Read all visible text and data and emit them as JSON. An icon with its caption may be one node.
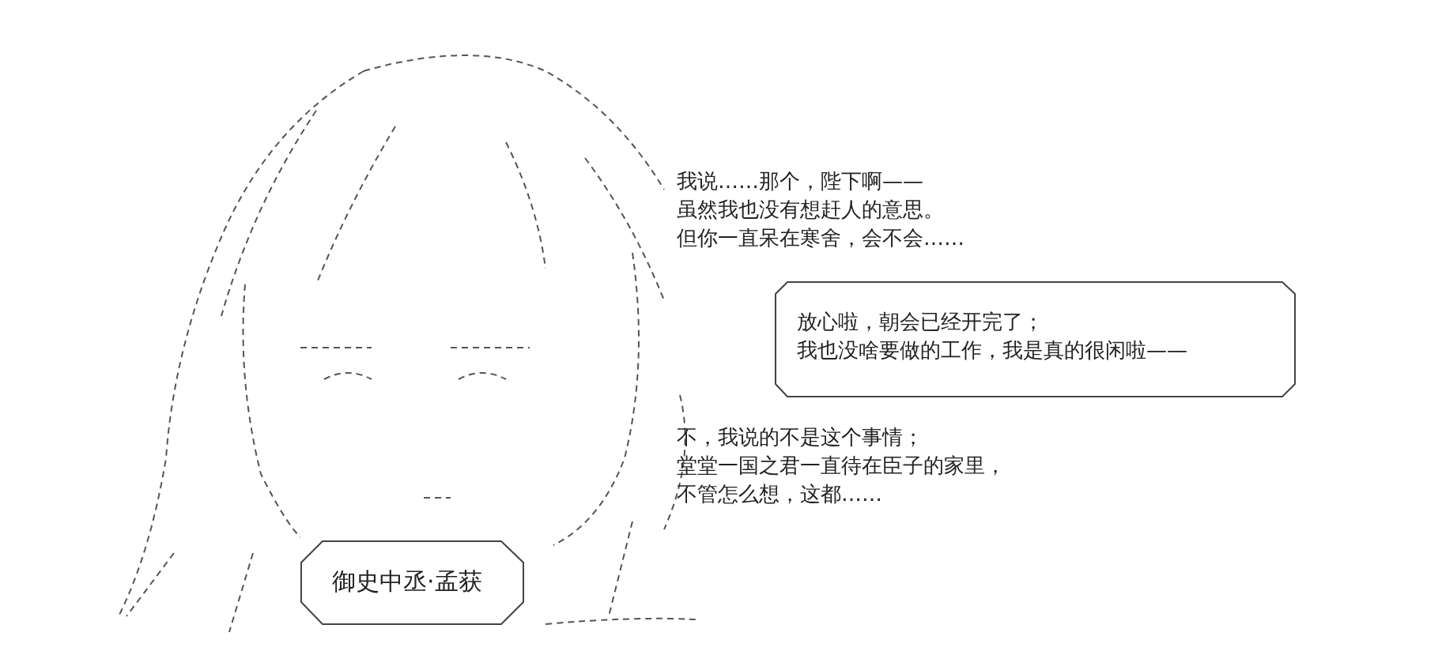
{
  "diagram": {
    "nodes": [
      {
        "text": [
          "放心啦，朝会已经开完了；",
          "我也没啥要做的工作，我是真的很闲啦——"
        ]
      },
      {
        "text": [
          "御史中丞·孟获"
        ]
      }
    ],
    "edges": [],
    "labels": [
      "我说……那个，陛下啊——",
      "虽然我也没有想赶人的意思。",
      "但你一直呆在寒舍，会不会……",
      "不，我说的不是这个事情；",
      "堂堂一国之君一直待在臣子的家里，",
      "不管怎么想，这都……"
    ]
  }
}
